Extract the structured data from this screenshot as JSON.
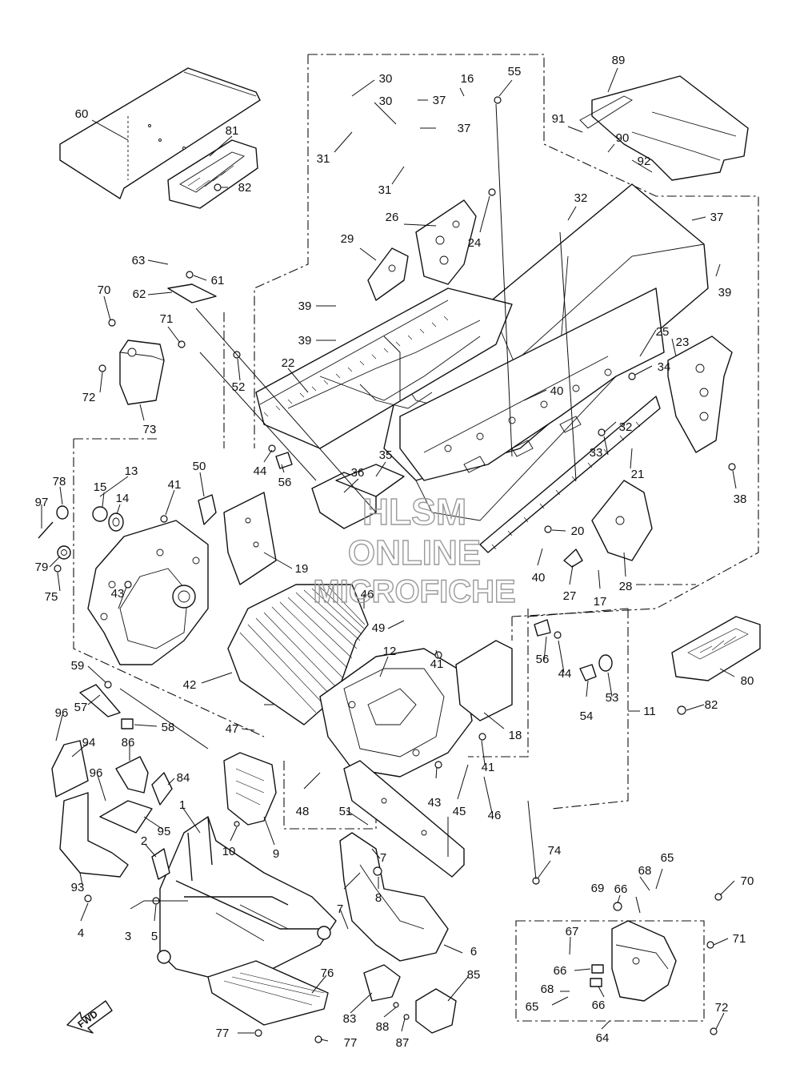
{
  "watermark": {
    "line1": "HLSM",
    "line2": "ONLINE",
    "line3": "MICROFICHE"
  },
  "direction_arrow": {
    "label": "FWD"
  },
  "callouts": [
    {
      "id": "c60",
      "label": "60"
    },
    {
      "id": "c81",
      "label": "81"
    },
    {
      "id": "c82a",
      "label": "82"
    },
    {
      "id": "c30a",
      "label": "30"
    },
    {
      "id": "c30b",
      "label": "30"
    },
    {
      "id": "c37a",
      "label": "37"
    },
    {
      "id": "c37b",
      "label": "37"
    },
    {
      "id": "c31a",
      "label": "31"
    },
    {
      "id": "c31b",
      "label": "31"
    },
    {
      "id": "c16",
      "label": "16"
    },
    {
      "id": "c55",
      "label": "55"
    },
    {
      "id": "c89",
      "label": "89"
    },
    {
      "id": "c91",
      "label": "91"
    },
    {
      "id": "c90",
      "label": "90"
    },
    {
      "id": "c92",
      "label": "92"
    },
    {
      "id": "c32a",
      "label": "32"
    },
    {
      "id": "c37c",
      "label": "37"
    },
    {
      "id": "c39a",
      "label": "39"
    },
    {
      "id": "c26",
      "label": "26"
    },
    {
      "id": "c24",
      "label": "24"
    },
    {
      "id": "c29",
      "label": "29"
    },
    {
      "id": "c63",
      "label": "63"
    },
    {
      "id": "c61",
      "label": "61"
    },
    {
      "id": "c62",
      "label": "62"
    },
    {
      "id": "c70a",
      "label": "70"
    },
    {
      "id": "c71a",
      "label": "71"
    },
    {
      "id": "c72a",
      "label": "72"
    },
    {
      "id": "c73",
      "label": "73"
    },
    {
      "id": "c39b",
      "label": "39"
    },
    {
      "id": "c39c",
      "label": "39"
    },
    {
      "id": "c52",
      "label": "52"
    },
    {
      "id": "c22",
      "label": "22"
    },
    {
      "id": "c25",
      "label": "25"
    },
    {
      "id": "c23",
      "label": "23"
    },
    {
      "id": "c34",
      "label": "34"
    },
    {
      "id": "c40a",
      "label": "40"
    },
    {
      "id": "c32b",
      "label": "32"
    },
    {
      "id": "c33",
      "label": "33"
    },
    {
      "id": "c21",
      "label": "21"
    },
    {
      "id": "c38",
      "label": "38"
    },
    {
      "id": "c13",
      "label": "13"
    },
    {
      "id": "c15",
      "label": "15"
    },
    {
      "id": "c14",
      "label": "14"
    },
    {
      "id": "c41a",
      "label": "41"
    },
    {
      "id": "c50",
      "label": "50"
    },
    {
      "id": "c44a",
      "label": "44"
    },
    {
      "id": "c56a",
      "label": "56"
    },
    {
      "id": "c35",
      "label": "35"
    },
    {
      "id": "c36",
      "label": "36"
    },
    {
      "id": "c78",
      "label": "78"
    },
    {
      "id": "c97",
      "label": "97"
    },
    {
      "id": "c79",
      "label": "79"
    },
    {
      "id": "c75",
      "label": "75"
    },
    {
      "id": "c43a",
      "label": "43"
    },
    {
      "id": "c19",
      "label": "19"
    },
    {
      "id": "c20",
      "label": "20"
    },
    {
      "id": "c40b",
      "label": "40"
    },
    {
      "id": "c27",
      "label": "27"
    },
    {
      "id": "c17",
      "label": "17"
    },
    {
      "id": "c28",
      "label": "28"
    },
    {
      "id": "c46a",
      "label": "46"
    },
    {
      "id": "c49",
      "label": "49"
    },
    {
      "id": "c41b",
      "label": "41"
    },
    {
      "id": "c12",
      "label": "12"
    },
    {
      "id": "c42",
      "label": "42"
    },
    {
      "id": "c59",
      "label": "59"
    },
    {
      "id": "c57",
      "label": "57"
    },
    {
      "id": "c58",
      "label": "58"
    },
    {
      "id": "c96a",
      "label": "96"
    },
    {
      "id": "c94",
      "label": "94"
    },
    {
      "id": "c86",
      "label": "86"
    },
    {
      "id": "c84",
      "label": "84"
    },
    {
      "id": "c96b",
      "label": "96"
    },
    {
      "id": "c95",
      "label": "95"
    },
    {
      "id": "c47",
      "label": "47"
    },
    {
      "id": "c48",
      "label": "48"
    },
    {
      "id": "c43b",
      "label": "43"
    },
    {
      "id": "c45",
      "label": "45"
    },
    {
      "id": "c41c",
      "label": "41"
    },
    {
      "id": "c46b",
      "label": "46"
    },
    {
      "id": "c18",
      "label": "18"
    },
    {
      "id": "c56b",
      "label": "56"
    },
    {
      "id": "c44b",
      "label": "44"
    },
    {
      "id": "c54",
      "label": "54"
    },
    {
      "id": "c53",
      "label": "53"
    },
    {
      "id": "c11",
      "label": "11"
    },
    {
      "id": "c80",
      "label": "80"
    },
    {
      "id": "c82b",
      "label": "82"
    },
    {
      "id": "c51",
      "label": "51"
    },
    {
      "id": "c1",
      "label": "1"
    },
    {
      "id": "c2",
      "label": "2"
    },
    {
      "id": "c10",
      "label": "10"
    },
    {
      "id": "c9",
      "label": "9"
    },
    {
      "id": "c93",
      "label": "93"
    },
    {
      "id": "c3",
      "label": "3"
    },
    {
      "id": "c4",
      "label": "4"
    },
    {
      "id": "c5",
      "label": "5"
    },
    {
      "id": "c7a",
      "label": "7"
    },
    {
      "id": "c8",
      "label": "8"
    },
    {
      "id": "c7b",
      "label": "7"
    },
    {
      "id": "c6",
      "label": "6"
    },
    {
      "id": "c74",
      "label": "74"
    },
    {
      "id": "c65a",
      "label": "65"
    },
    {
      "id": "c68a",
      "label": "68"
    },
    {
      "id": "c70b",
      "label": "70"
    },
    {
      "id": "c69",
      "label": "69"
    },
    {
      "id": "c66a",
      "label": "66"
    },
    {
      "id": "c67",
      "label": "67"
    },
    {
      "id": "c71b",
      "label": "71"
    },
    {
      "id": "c66b",
      "label": "66"
    },
    {
      "id": "c68b",
      "label": "68"
    },
    {
      "id": "c65b",
      "label": "65"
    },
    {
      "id": "c66c",
      "label": "66"
    },
    {
      "id": "c72b",
      "label": "72"
    },
    {
      "id": "c64",
      "label": "64"
    },
    {
      "id": "c76",
      "label": "76"
    },
    {
      "id": "c85",
      "label": "85"
    },
    {
      "id": "c83",
      "label": "83"
    },
    {
      "id": "c88",
      "label": "88"
    },
    {
      "id": "c87",
      "label": "87"
    },
    {
      "id": "c77a",
      "label": "77"
    },
    {
      "id": "c77b",
      "label": "77"
    }
  ]
}
